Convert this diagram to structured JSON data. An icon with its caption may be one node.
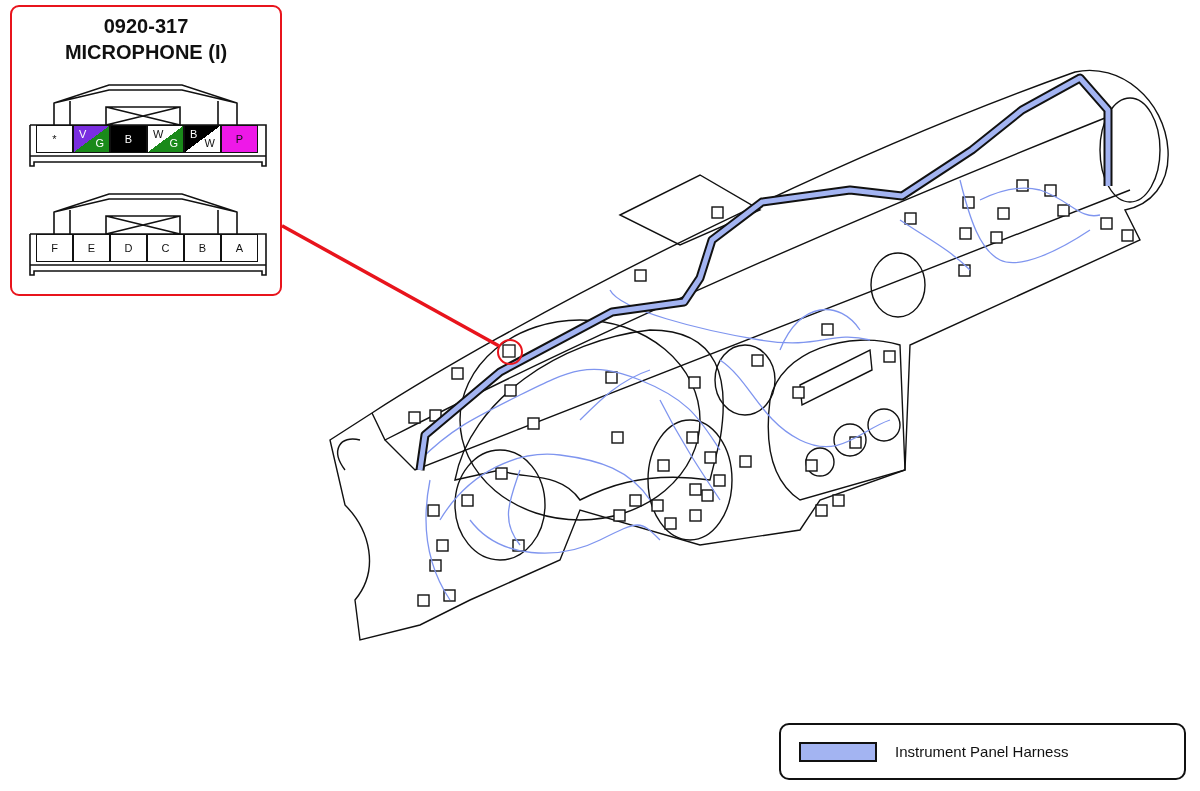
{
  "diagram": {
    "nodes": [
      {
        "text": [
          "0920-317",
          "MICROPHONE (I)"
        ]
      },
      {
        "text": [],
        "shape": "circle"
      }
    ],
    "edges": [
      {
        "from": 0,
        "to": 1,
        "arrow": "none",
        "color": "#e8141c"
      }
    ],
    "labels": [
      "*",
      "V",
      "G",
      "B",
      "W",
      "G",
      "B",
      "W",
      "P",
      "F",
      "E",
      "D",
      "C",
      "B",
      "A"
    ],
    "legend": [
      {
        "text": "Instrument Panel Harness",
        "color": "#a3b4f2"
      }
    ]
  }
}
